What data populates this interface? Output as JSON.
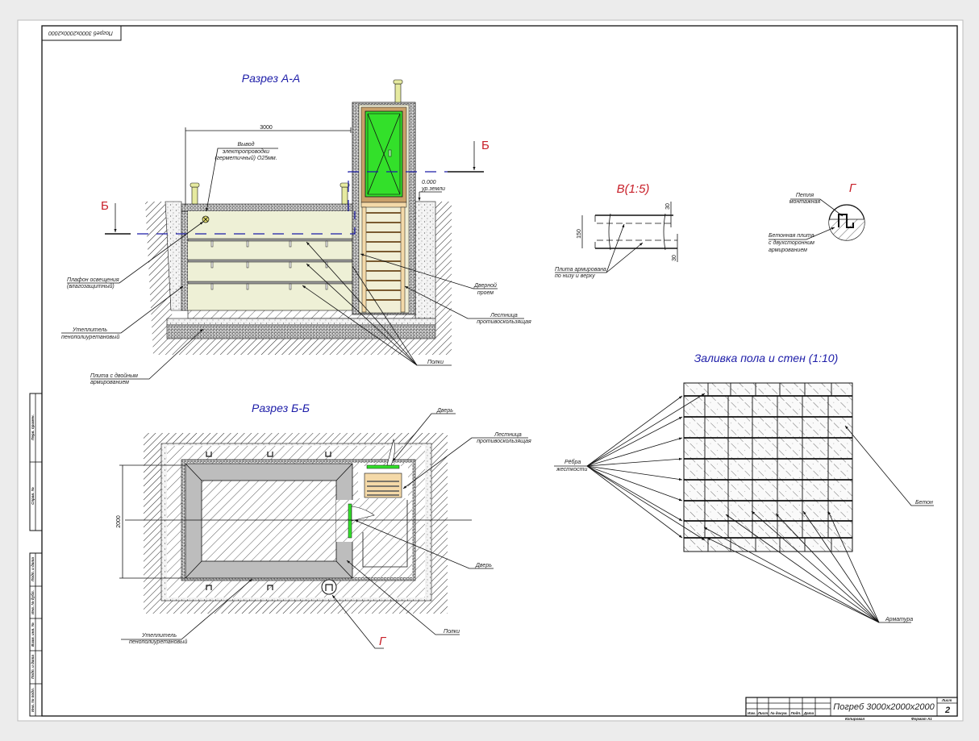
{
  "sheet": {
    "stamp_top": "Погреб 3000х2000х2000",
    "left_strip": [
      "Перв. примен.",
      "Справ. №",
      "Подп. и дата",
      "Инв. № дубл.",
      "Взам. инв. №",
      "Подп. и дата",
      "Инв. № подл."
    ]
  },
  "section_aa": {
    "title": "Разрез А-А",
    "dim_width": "3000",
    "cut_mark_left": "Б",
    "cut_mark_right": "Б",
    "ground_level": [
      "0.000",
      "ур.земли"
    ],
    "labels": {
      "wiring": [
        "Вывод",
        "электропроводки",
        "(герметичный) О25мм."
      ],
      "lamp": [
        "Плафон освещения",
        "(влагозащитный)"
      ],
      "insulation": [
        "Утеплитель",
        "пенополиуретановый"
      ],
      "slab": [
        "Плита с двойным",
        "армированием"
      ],
      "doorway": [
        "Дверной",
        "проем"
      ],
      "ladder": [
        "Лестница",
        "противоскользящая"
      ],
      "shelves": "Полки"
    }
  },
  "detail_v": {
    "title": "В(1:5)",
    "dim_height": "150",
    "dim_top": "30",
    "dim_bottom": "30",
    "label": [
      "Плита армирована",
      "по низу и верху"
    ]
  },
  "detail_g": {
    "title": "Г",
    "loop_label": [
      "Петля",
      "монтажная"
    ],
    "slab_label": [
      "Бетонная плита",
      "с двухсторонним",
      "армированием"
    ]
  },
  "section_bb": {
    "title": "Разрез Б-Б",
    "dim_height": "2000",
    "detail_ref": "Г",
    "labels": {
      "door_top": "Дверь",
      "ladder": [
        "Лестница",
        "противоскользящая"
      ],
      "door_side": "Дверь",
      "shelves": "Полки",
      "insulation": [
        "Утеплитель",
        "пенополиуретановый"
      ]
    }
  },
  "pouring": {
    "title": "Заливка пола и стен (1:10)",
    "ribs_label": [
      "Рёбра",
      "жесткости"
    ],
    "concrete_label": "Бетон",
    "rebar_label": "Арматура"
  },
  "title_block": {
    "name": "Погреб 3000х2000х2000",
    "cols": [
      "Изм.",
      "Лист",
      "№ докум.",
      "Подп.",
      "Дата"
    ],
    "sheet_label": "Лист",
    "sheet_no": "2",
    "copied": "Копировал",
    "format": "Формат А1"
  },
  "colors": {
    "section_blue": "#1c1ca8",
    "mark_red": "#c8202a",
    "door_green": "#33e02a",
    "interior": "#eef0d6",
    "wood": "#f4d9a8"
  }
}
